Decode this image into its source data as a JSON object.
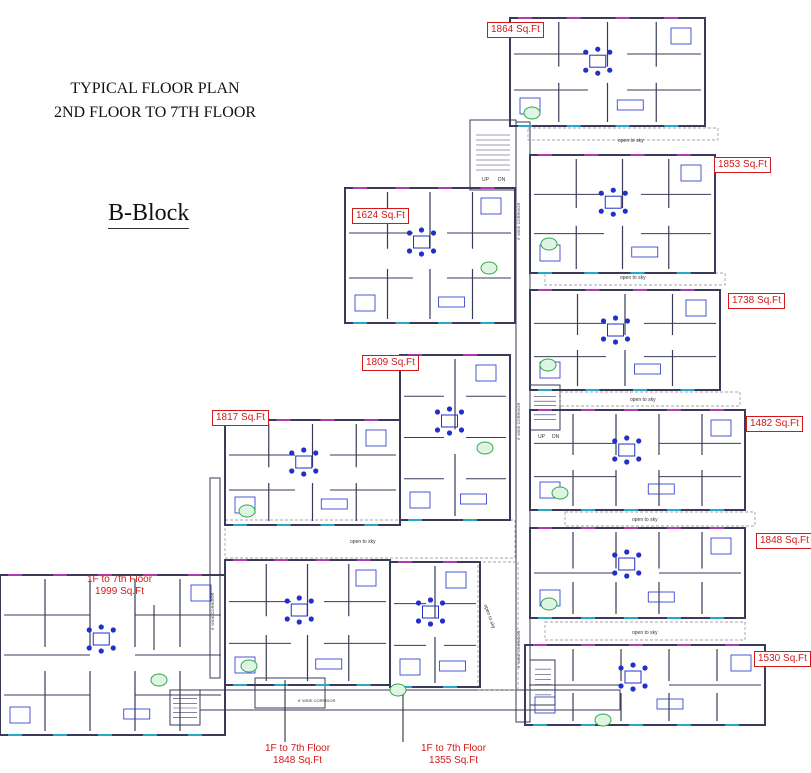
{
  "header": {
    "title_line1": "TYPICAL FLOOR PLAN",
    "title_line2": "2ND FLOOR TO 7TH FLOOR",
    "block_name": "B-Block"
  },
  "units": [
    {
      "id": "B12",
      "area": "1864 Sq.Ft"
    },
    {
      "id": "B11",
      "area": "1853 Sq.Ft"
    },
    {
      "id": "B10",
      "area": "1624 Sq.Ft"
    },
    {
      "id": "B9",
      "area": "1738 Sq.Ft"
    },
    {
      "id": "B8",
      "area": "1809 Sq.Ft"
    },
    {
      "id": "B3",
      "area": "1817 Sq.Ft"
    },
    {
      "id": "B7",
      "area": "1482 Sq.Ft"
    },
    {
      "id": "B6",
      "area": "1848 Sq.Ft"
    },
    {
      "id": "B5",
      "area": "1530 Sq.Ft"
    },
    {
      "id": "B1",
      "area_line1": "1F to 7th Floor",
      "area_line2": "1999 Sq.Ft"
    },
    {
      "id": "B2",
      "area_line1": "1F to  7th Floor",
      "area_line2": "1848 Sq.Ft"
    },
    {
      "id": "B4",
      "area_line1": "1F to 7th Floor",
      "area_line2": "1355 Sq.Ft"
    }
  ],
  "labels": {
    "open_to_sky": "open to sky",
    "corridor_6ft": "6' WIDE CORRIDOR",
    "up": "UP",
    "dn": "DN"
  },
  "colors": {
    "wall": "#3a3a5a",
    "area_text": "#d21818",
    "unit_tag": "#2fa84a",
    "furniture": "#2030c8",
    "accent": "#b03ab0"
  }
}
